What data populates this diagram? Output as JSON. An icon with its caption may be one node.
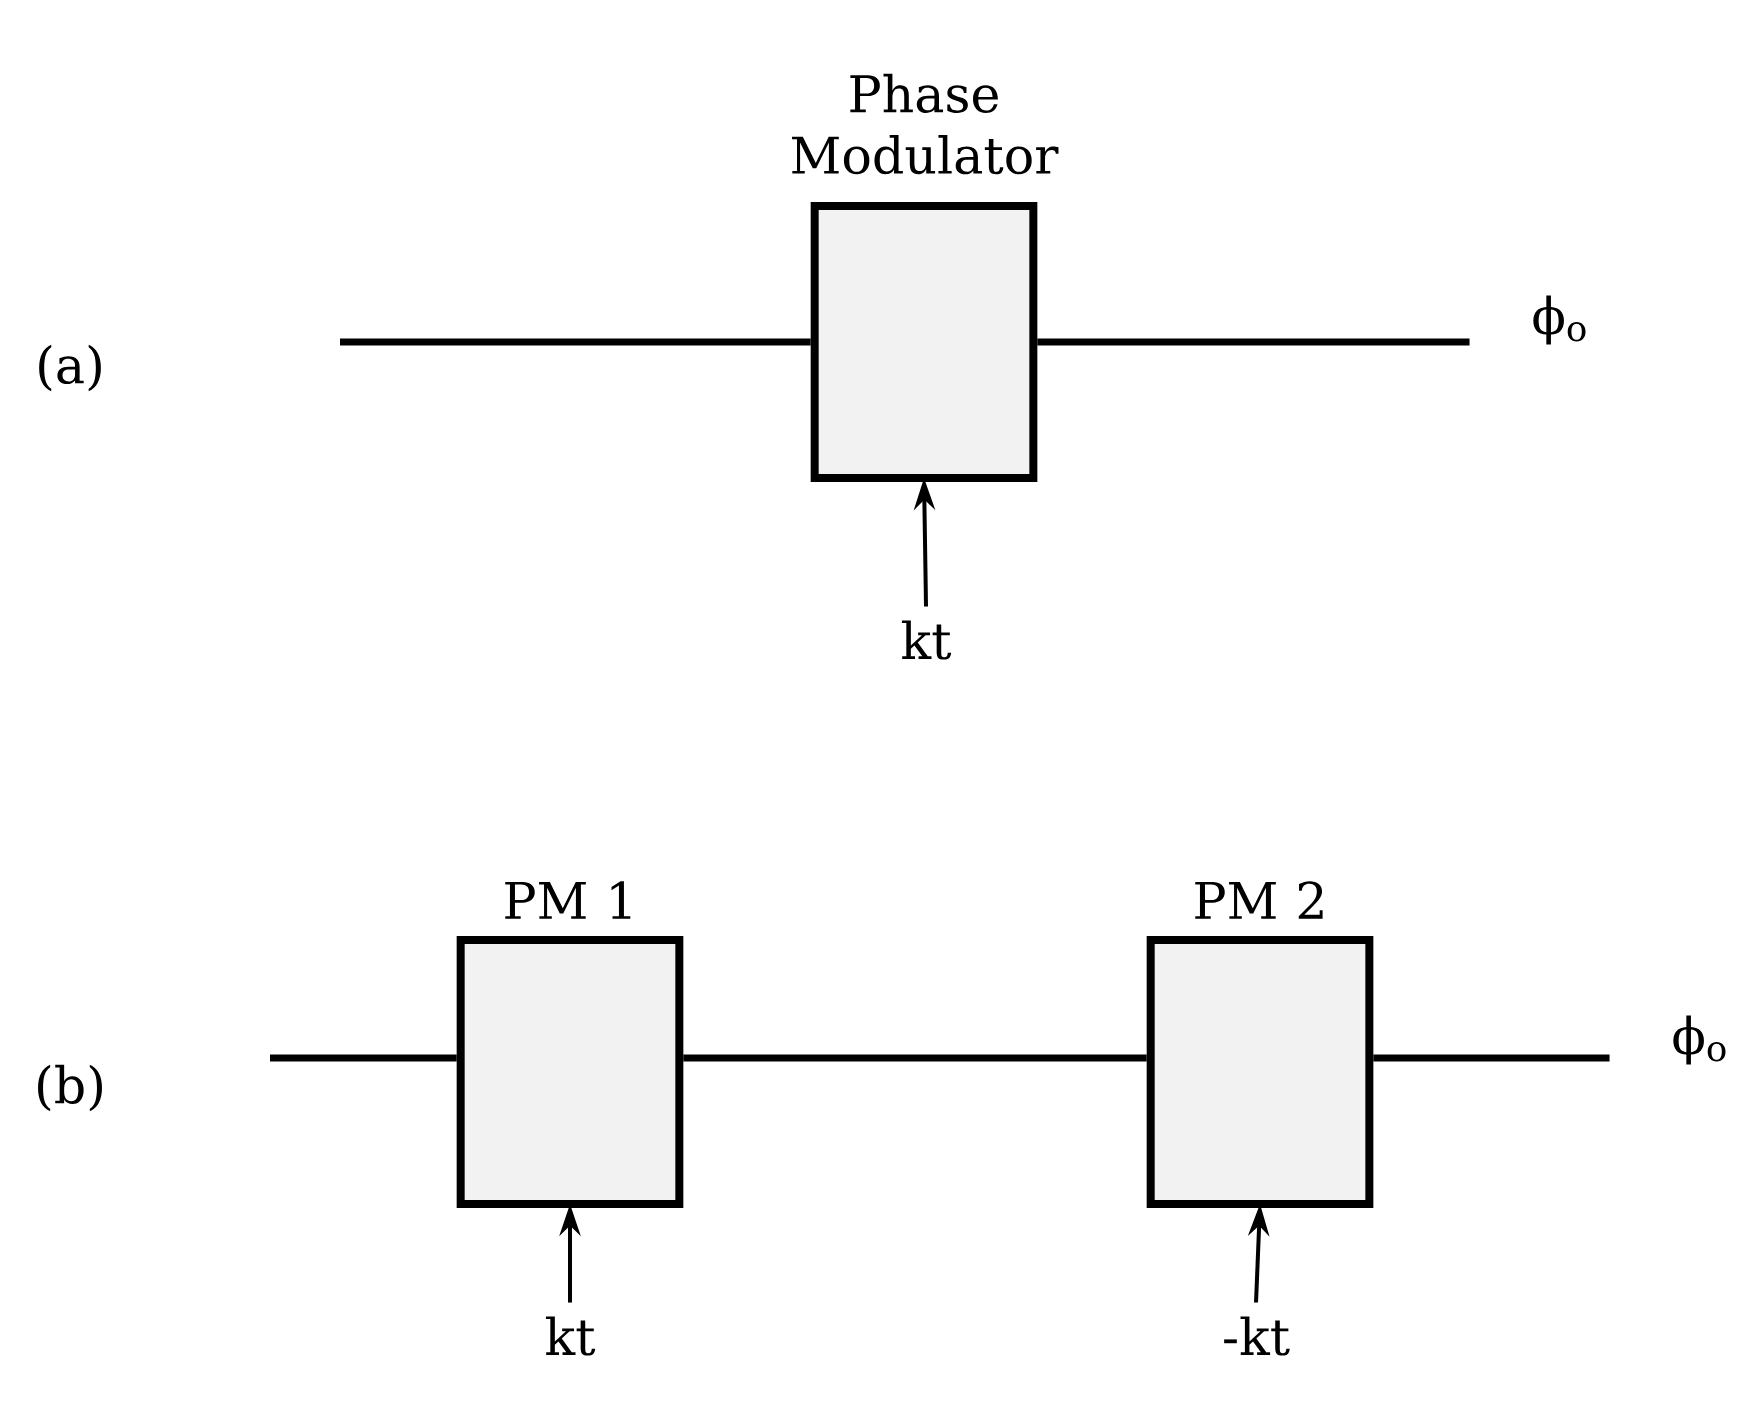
{
  "diagram": {
    "nodes": [
      {
        "text": [
          "Phase Modulator"
        ]
      },
      {
        "text": [
          "kt"
        ]
      },
      {
        "text": [
          "ϕ$_{o}$"
        ]
      },
      {
        "text": [
          "PM 1"
        ]
      },
      {
        "text": [
          "kt"
        ]
      },
      {
        "text": [
          "PM 2"
        ]
      },
      {
        "text": [
          "-kt"
        ]
      },
      {
        "text": [
          "ϕ$_{o}$"
        ]
      }
    ],
    "edges": [
      {
        "from": null,
        "to": 0,
        "arrow": "none"
      },
      {
        "from": 0,
        "to": 2,
        "arrow": "none"
      },
      {
        "from": 1,
        "to": 0,
        "arrow": "to"
      },
      {
        "from": null,
        "to": 3,
        "arrow": "none"
      },
      {
        "from": 3,
        "to": 5,
        "arrow": "none"
      },
      {
        "from": 5,
        "to": 7,
        "arrow": "none"
      },
      {
        "from": 4,
        "to": 3,
        "arrow": "to"
      },
      {
        "from": 6,
        "to": 5,
        "arrow": "to"
      }
    ],
    "labels": [
      "(a)",
      "(b)"
    ]
  }
}
